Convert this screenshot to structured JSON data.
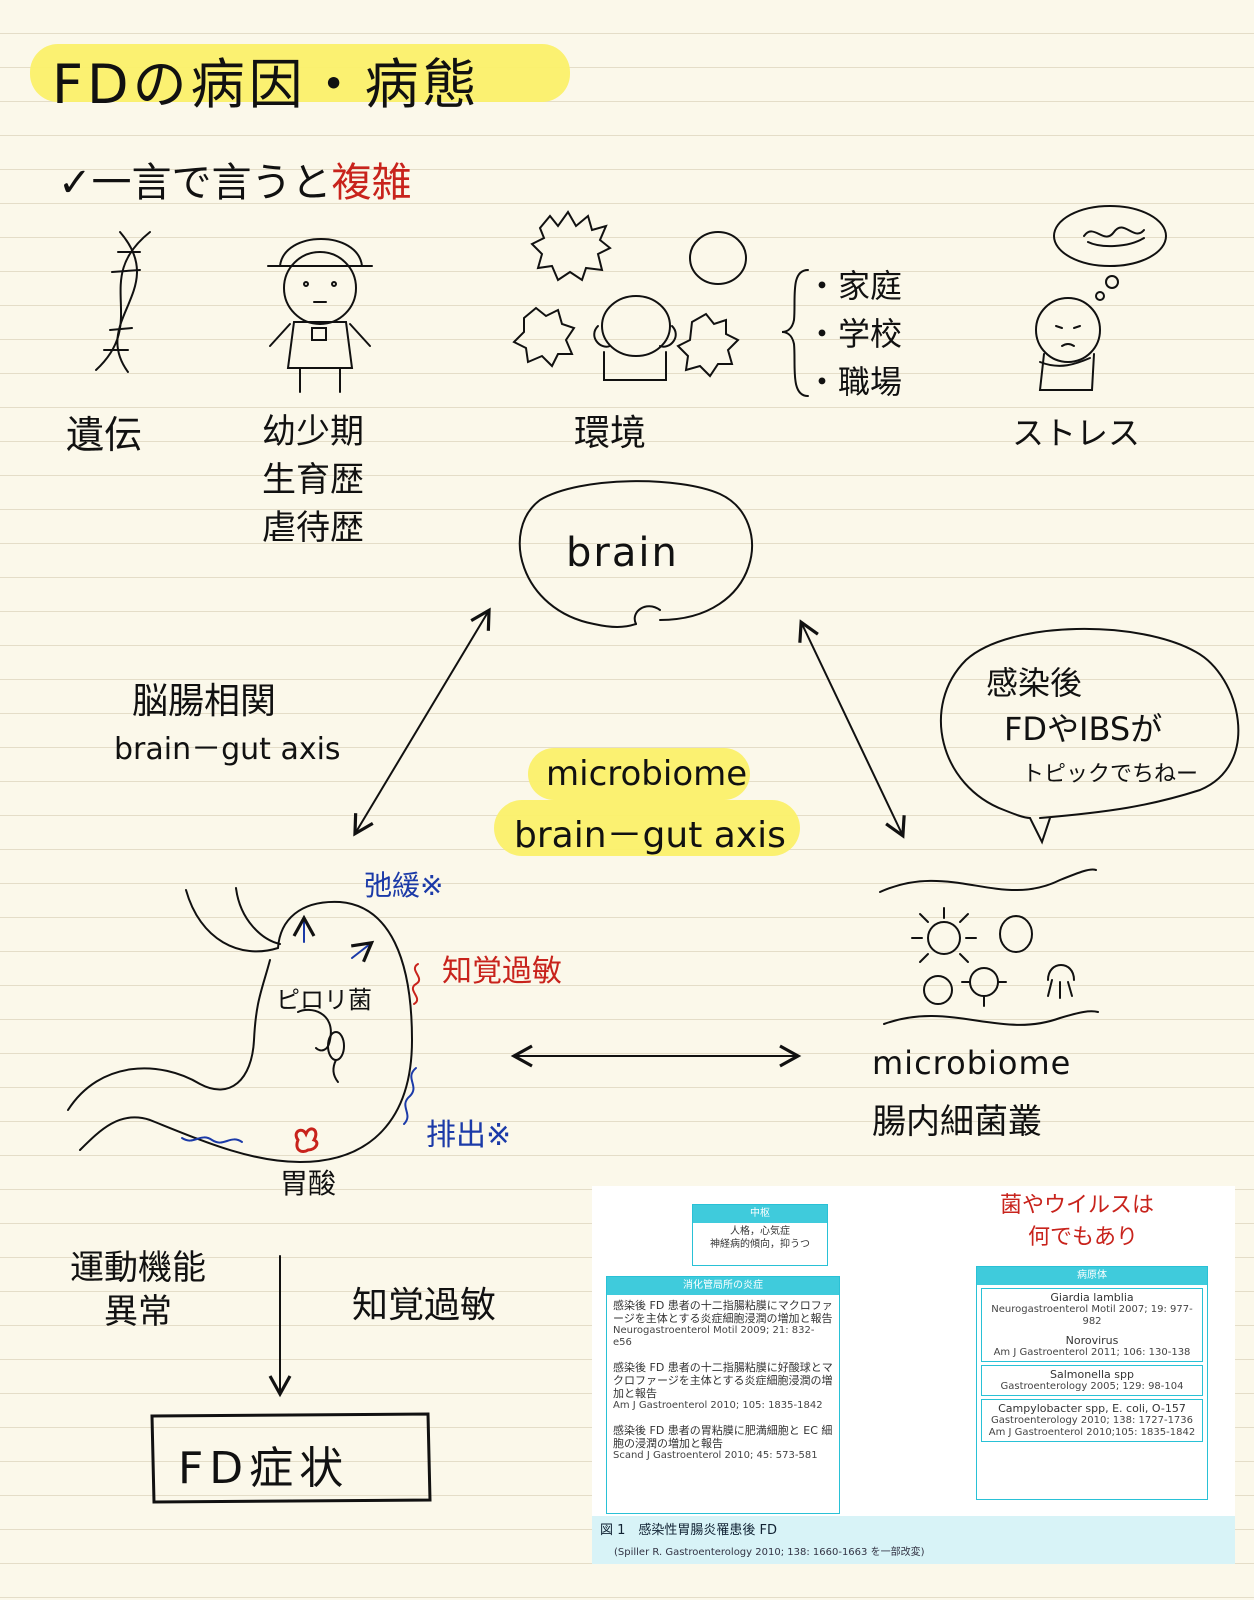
{
  "title": "FDの病因・病態",
  "subtitle_prefix": "✓一言で言うと",
  "subtitle_emphasis": "複雑",
  "factors": {
    "genetics": "遺伝",
    "childhood": [
      "幼少期",
      "生育歴",
      "虐待歴"
    ],
    "environment": "環境",
    "environment_items": [
      "・家庭",
      "・学校",
      "・職場"
    ],
    "stress": "ストレス"
  },
  "brain": "brain",
  "brain_gut_axis_jp": "脳腸相関",
  "brain_gut_axis_en": "brain－gut axis",
  "microbiome_axis": [
    "microbiome",
    "brain－gut axis"
  ],
  "speech_bubble": [
    "感染後",
    "FDやIBSが",
    "トピックでちねー"
  ],
  "stomach_labels": {
    "relaxation": "弛緩※",
    "hypersensitivity": "知覚過敏",
    "pylori": "ピロリ菌",
    "acid": "胃酸",
    "emptying": "排出※"
  },
  "microbiome_labels": [
    "microbiome",
    "腸内細菌叢"
  ],
  "lower": {
    "motility": [
      "運動機能",
      "異常"
    ],
    "sensitivity": "知覚過敏",
    "symptoms": "FD症状"
  },
  "figure": {
    "annotation": [
      "菌やウイルスは",
      "何でもあり"
    ],
    "center_head": "中枢",
    "center_text": [
      "人格，心気症",
      "神経病的傾向，抑うつ"
    ],
    "gi_head": "消化管局所の炎症",
    "gi_entries": [
      {
        "text": "感染後 FD 患者の十二指腸粘膜にマクロファージを主体とする炎症細胞浸潤の増加と報告",
        "ref": "Neurogastroenterol Motil 2009; 21: 832-e56"
      },
      {
        "text": "感染後 FD 患者の十二指腸粘膜に好酸球とマクロファージを主体とする炎症細胞浸潤の増加と報告",
        "ref": "Am J Gastroenterol 2010; 105: 1835-1842"
      },
      {
        "text": "感染後 FD 患者の胃粘膜に肥満細胞と EC 細胞の浸潤の増加と報告",
        "ref": "Scand J Gastroenterol 2010; 45: 573-581"
      }
    ],
    "pathogen_head": "病原体",
    "pathogens": [
      {
        "name": "Giardia lamblia",
        "ref": "Neurogastroenterol Motil 2007; 19: 977-982"
      },
      {
        "name": "Norovirus",
        "ref": "Am J Gastroenterol 2011; 106: 130-138"
      },
      {
        "name": "Salmonella spp",
        "ref": "Gastroenterology 2005; 129: 98-104"
      },
      {
        "name": "Campylobacter spp, E. coli, O-157",
        "ref": "Gastroenterology 2010; 138: 1727-1736"
      },
      {
        "name": "",
        "ref": "Am J Gastroenterol 2010;105: 1835-1842"
      }
    ],
    "caption": "図 1　感染性胃腸炎罹患後 FD",
    "source": "(Spiller R. Gastroenterology 2010; 138: 1660-1663 を一部改変)"
  },
  "colors": {
    "highlight": "#fbf06a",
    "red": "#c8231c",
    "blue": "#1b3aa8",
    "cyan": "#29c1d6"
  }
}
